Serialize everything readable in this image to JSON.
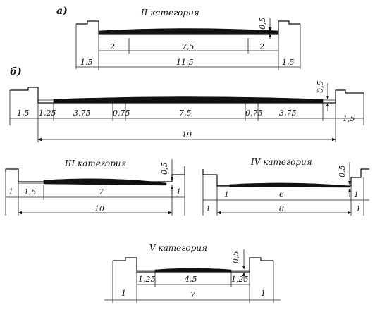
{
  "labels": {
    "a": "а)",
    "b": "б)"
  },
  "sections": {
    "cat2a": {
      "title": "II категория",
      "height": "0,5",
      "dims_top": [
        "2",
        "7,5",
        "2"
      ],
      "dims_bottom": [
        "1,5",
        "11,5",
        "1,5"
      ]
    },
    "cat2b": {
      "height": "0,5",
      "dims_top": [
        "1,5",
        "1,25",
        "3,75",
        "0,75",
        "7,5",
        "0,75",
        "3,75",
        "1,5"
      ],
      "dims_bottom": [
        "19"
      ]
    },
    "cat3": {
      "title": "III категория",
      "height": "0,5",
      "dims_top": [
        "1",
        "1,5",
        "7",
        "1"
      ],
      "dims_bottom": [
        "10"
      ]
    },
    "cat4": {
      "title": "IV категория",
      "height": "0,5",
      "dims_top": [
        "1",
        "6",
        "1"
      ],
      "dims_bottom": [
        "8"
      ]
    },
    "cat5": {
      "title": "V категория",
      "height": "0,5",
      "dims_top": [
        "1,25",
        "4,5",
        "1,25"
      ],
      "dims_bottom": [
        "1",
        "7",
        "1"
      ]
    }
  }
}
